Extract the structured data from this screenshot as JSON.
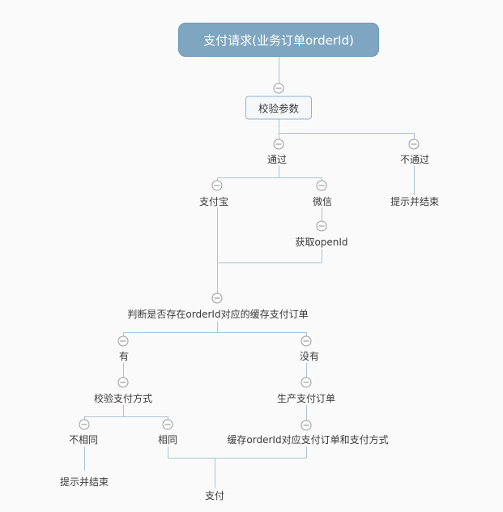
{
  "diagram": {
    "root": {
      "label": "支付请求(业务订单orderId)"
    },
    "nodes": {
      "validate_params": {
        "label": "校验参数"
      },
      "pass": {
        "label": "通过"
      },
      "fail": {
        "label": "不通过"
      },
      "fail_end": {
        "label": "提示并结束"
      },
      "alipay": {
        "label": "支付宝"
      },
      "wechat": {
        "label": "微信"
      },
      "get_openid": {
        "label": "获取openId"
      },
      "check_cached_order": {
        "label": "判断是否存在orderId对应的缓存支付订单"
      },
      "exists": {
        "label": "有"
      },
      "not_exists": {
        "label": "没有"
      },
      "verify_pay_method": {
        "label": "校验支付方式"
      },
      "different": {
        "label": "不相同"
      },
      "same": {
        "label": "相同"
      },
      "different_end": {
        "label": "提示并结束"
      },
      "create_pay_order": {
        "label": "生产支付订单"
      },
      "cache_pay_order": {
        "label": "缓存orderId对应支付订单和支付方式"
      },
      "pay": {
        "label": "支付"
      }
    },
    "colors": {
      "canvas_bg": "#FAFAFA",
      "root_fill": "#7FA6C0",
      "root_border": "#6898B6",
      "root_text": "#FFFFFF",
      "box_fill": "#F6F7F8",
      "box_border": "#8FB3CE",
      "connector": "#A9C4D4",
      "label_text": "#3A3A3A",
      "collapse_icon_border": "#9A9A9A"
    },
    "icons": {
      "collapse": "minus-circle-icon"
    }
  }
}
